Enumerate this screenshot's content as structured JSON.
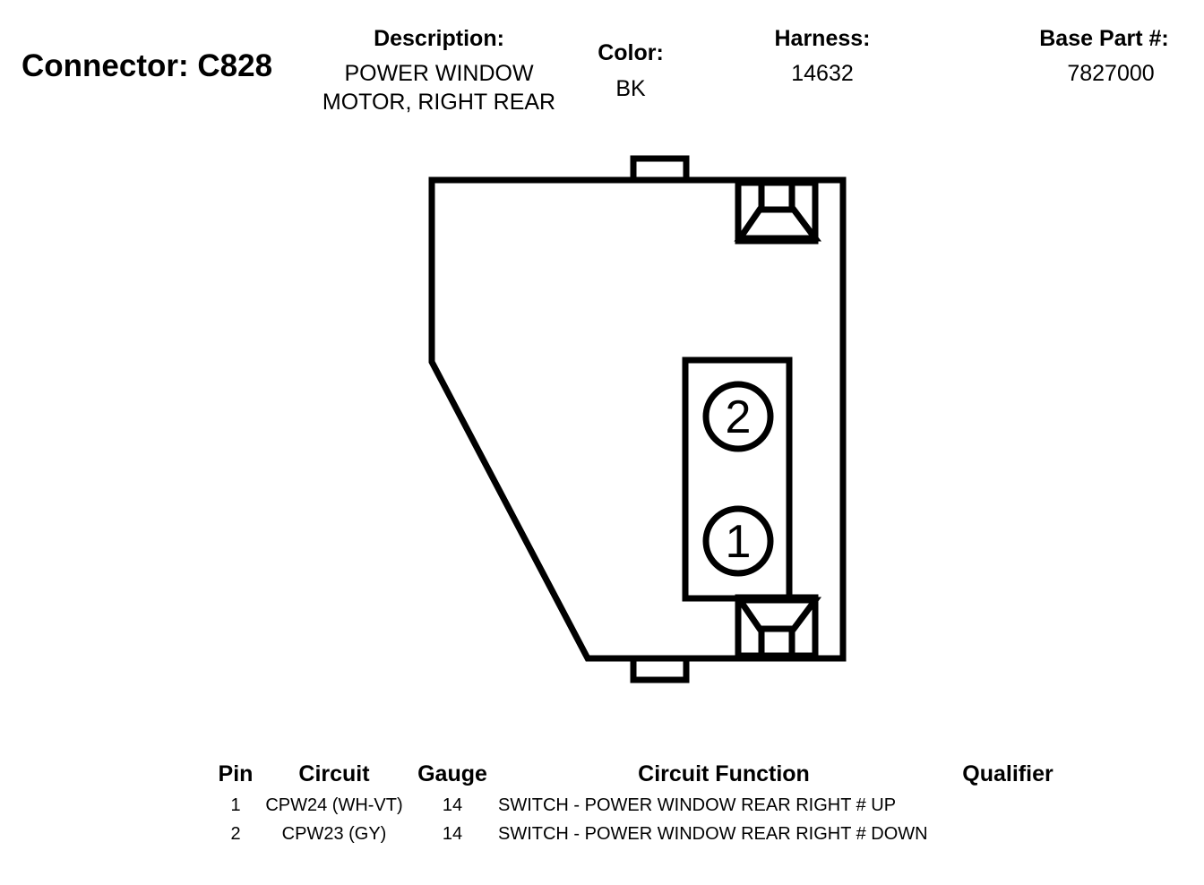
{
  "header": {
    "title": "Connector: C828",
    "description_label": "Description:",
    "description_line1": "POWER WINDOW",
    "description_line2": "MOTOR, RIGHT REAR",
    "color_label": "Color:",
    "color_value": "BK",
    "harness_label": "Harness:",
    "harness_value": "14632",
    "base_part_label": "Base Part #:",
    "base_part_value": "7827000"
  },
  "connector": {
    "pin_labels": [
      "2",
      "1"
    ]
  },
  "table": {
    "columns": [
      "Pin",
      "Circuit",
      "Gauge",
      "Circuit Function",
      "Qualifier"
    ],
    "rows": [
      {
        "pin": "1",
        "circuit": "CPW24 (WH-VT)",
        "gauge": "14",
        "function": "SWITCH - POWER WINDOW REAR RIGHT # UP",
        "qualifier": ""
      },
      {
        "pin": "2",
        "circuit": "CPW23 (GY)",
        "gauge": "14",
        "function": "SWITCH - POWER WINDOW REAR RIGHT # DOWN",
        "qualifier": ""
      }
    ]
  }
}
